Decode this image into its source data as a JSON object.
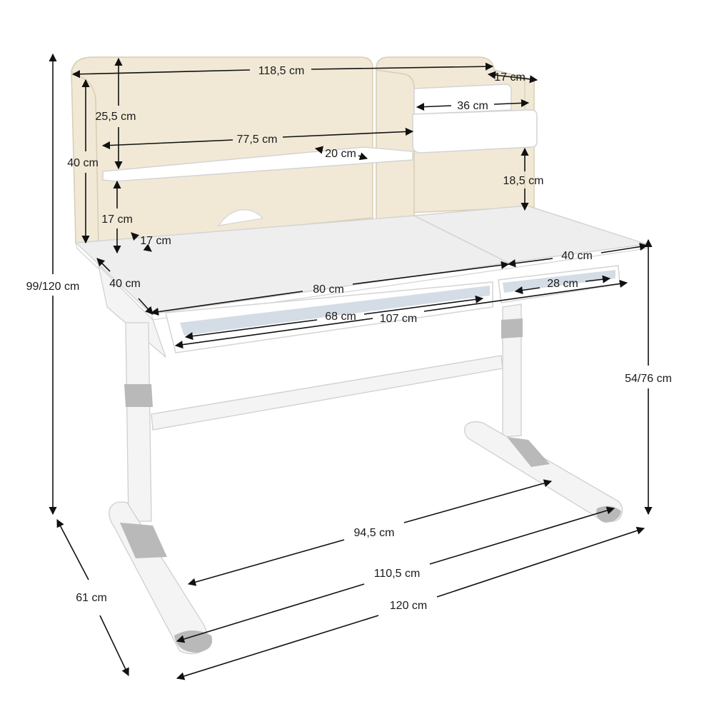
{
  "diagram": {
    "colors": {
      "panel": "#f1e9d6",
      "panel_edge": "#d8cdb4",
      "white": "#ffffff",
      "desk_top": "#eeeeee",
      "desk_edge": "#d4d4d4",
      "metal": "#f4f4f4",
      "metal_edge": "#cfcfcf",
      "grey_part": "#b9b9b9",
      "drawer_rail": "#c9d4de",
      "dimension": "#111111"
    },
    "dimensions": {
      "total_width_top": "118,5 cm",
      "right_shelf_depth": "17 cm",
      "upper_panel_height": "25,5 cm",
      "small_drawer_width": "36 cm",
      "shelf_width": "77,5 cm",
      "shelf_depth": "20 cm",
      "back_panel_height": "40 cm",
      "right_opening_height": "18,5 cm",
      "lower_shelf_clearance": "17 cm",
      "side_panel_depth": "17 cm",
      "total_height": "99/120 cm",
      "tabletop_depth_left": "40 cm",
      "tabletop_depth_right": "40 cm",
      "tilting_top_width": "80 cm",
      "side_drawer_width": "28 cm",
      "drawer_width": "68 cm",
      "desk_width": "107 cm",
      "desk_height": "54/76 cm",
      "leg_span_inner": "94,5 cm",
      "leg_span_outer": "110,5 cm",
      "overall_width": "120 cm",
      "overall_depth": "61 cm"
    }
  }
}
